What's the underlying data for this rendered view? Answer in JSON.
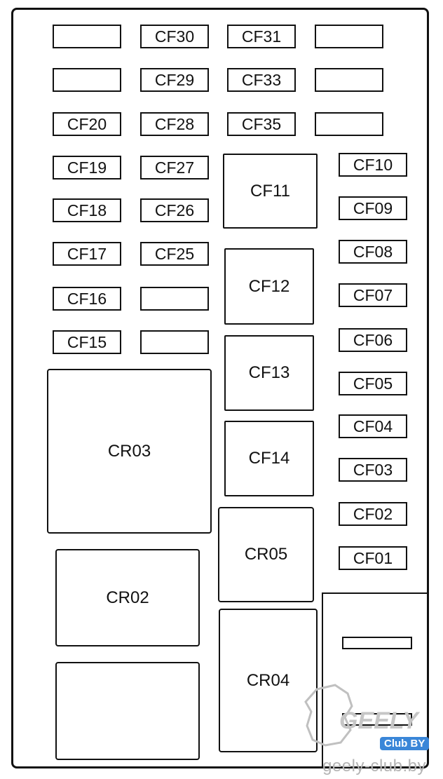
{
  "fuses": {
    "left_col1": [
      "",
      "",
      "CF20",
      "CF19",
      "CF18",
      "CF17",
      "CF16",
      "CF15"
    ],
    "left_col2": [
      "CF30",
      "CF29",
      "CF28",
      "CF27",
      "CF26",
      "CF25",
      "",
      ""
    ],
    "mid_col": [
      "CF31",
      "CF33",
      "CF35"
    ],
    "top_right": [
      "",
      "",
      ""
    ],
    "right_col": [
      "CF10",
      "CF09",
      "CF08",
      "CF07",
      "CF06",
      "CF05",
      "CF04",
      "CF03",
      "CF02",
      "CF01"
    ]
  },
  "center_blocks": [
    "CF11",
    "CF12",
    "CF13",
    "CF14"
  ],
  "relays": {
    "cr03": "CR03",
    "cr02": "CR02",
    "cr05": "CR05",
    "cr04": "CR04",
    "blank": ""
  },
  "watermark": {
    "logo_text": "GEELY",
    "badge": "Club BY",
    "site": "geely-club.by"
  },
  "colors": {
    "line": "#111111",
    "background": "#ffffff",
    "watermark_gray": "#b4b4b4",
    "badge_blue": "#3a86d8"
  }
}
